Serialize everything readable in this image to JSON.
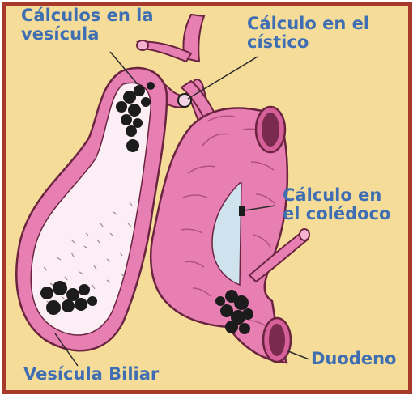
{
  "labels": {
    "vesicula_calculos": [
      "Cálculos en la",
      "vesícula"
    ],
    "cistico": [
      "Cálculo en el",
      "cístico"
    ],
    "coledoco": [
      "Cálculo en",
      "el colédoco"
    ],
    "duodeno": "Duodeno",
    "vesicula_biliar": "Vesícula Biliar"
  },
  "colors": {
    "background": "#f5dc98",
    "border": "#a73a2a",
    "label_text": "#3f6fb2",
    "organ_pink": "#e77fb2",
    "organ_outline": "#6a2440",
    "gallbladder_interior": "#fbeef4",
    "duodenal_lumen": "#cfe3ef",
    "stones": "#1c1c1c"
  }
}
